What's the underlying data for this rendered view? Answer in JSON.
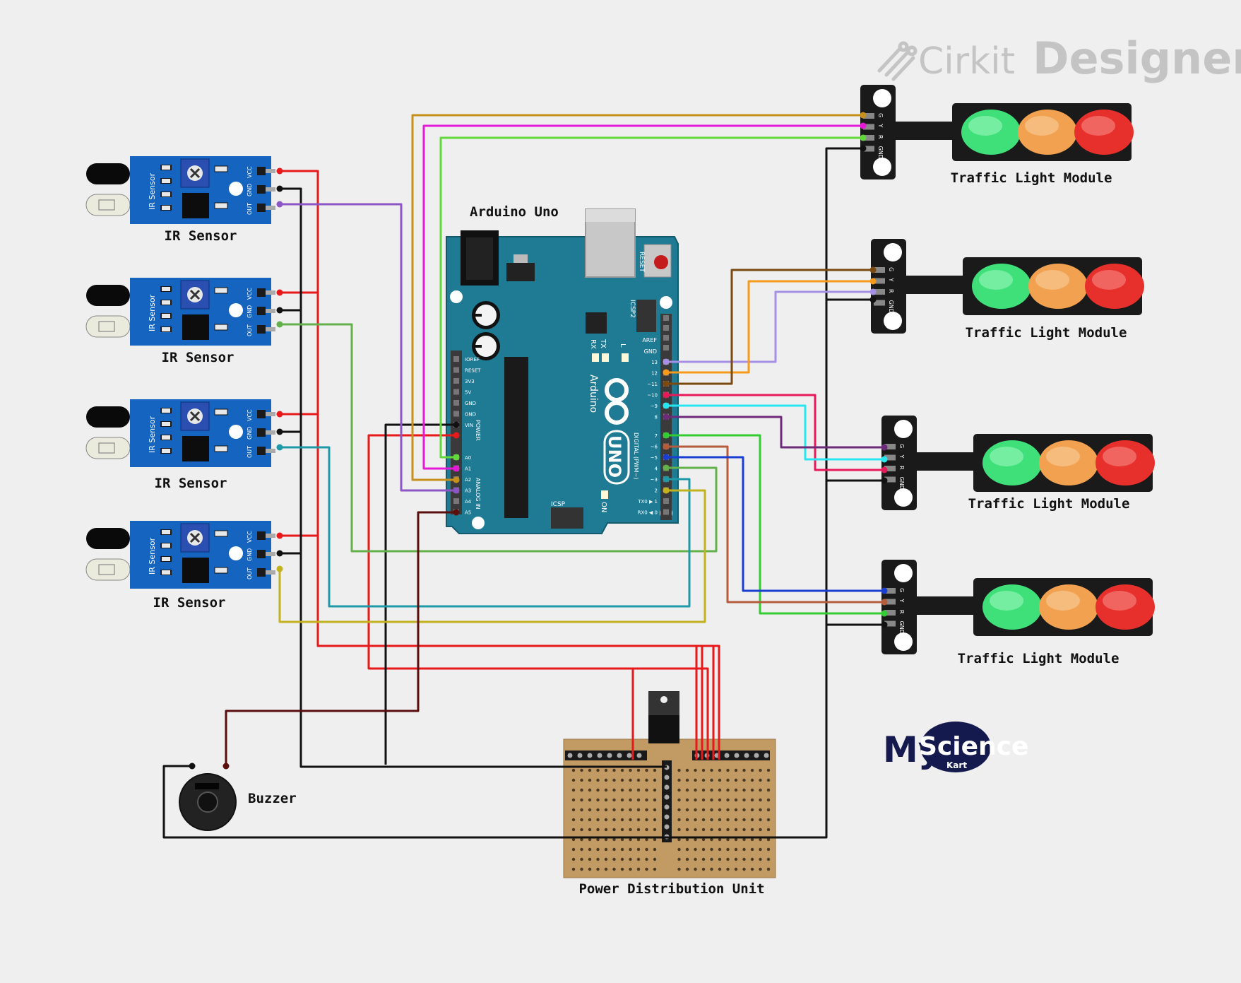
{
  "watermark": {
    "brand_light": "Cirkit",
    "brand_bold": "Designer"
  },
  "arduino": {
    "title": "Arduino Uno",
    "logo_word": "UNO",
    "brand_word": "Arduino",
    "labels": {
      "reset": "RESET",
      "icsp2": "ICSP2",
      "icsp": "ICSP",
      "rx": "RX",
      "tx": "TX",
      "l": "L",
      "on": "ON",
      "power": "POWER",
      "analog": "ANALOG IN",
      "digital": "DIGITAL (PWM~)",
      "aref": "AREF",
      "gnd_top": "GND",
      "power_pins": [
        "IOREF",
        "RESET",
        "3V3",
        "5V",
        "GND",
        "GND",
        "VIN"
      ],
      "analog_pins": [
        "A0",
        "A1",
        "A2",
        "A3",
        "A4",
        "A5"
      ],
      "digital_pins": [
        "13",
        "12",
        "~11",
        "~10",
        "~9",
        "8",
        "7",
        "~6",
        "~5",
        "4",
        "~3",
        "2",
        "TX0 ▶ 1",
        "RX0 ◀ 0"
      ]
    }
  },
  "ir_sensors": [
    {
      "label": "IR Sensor",
      "board_text": "IR Sensor",
      "pins": [
        "VCC",
        "GND",
        "OUT"
      ]
    },
    {
      "label": "IR Sensor",
      "board_text": "IR Sensor",
      "pins": [
        "VCC",
        "GND",
        "OUT"
      ]
    },
    {
      "label": "IR Sensor",
      "board_text": "IR Sensor",
      "pins": [
        "VCC",
        "GND",
        "OUT"
      ]
    },
    {
      "label": "IR Sensor",
      "board_text": "IR Sensor",
      "pins": [
        "VCC",
        "GND",
        "OUT"
      ]
    }
  ],
  "traffic_lights": [
    {
      "label": "Traffic Light Module",
      "pins": [
        "G",
        "Y",
        "R",
        "GND"
      ]
    },
    {
      "label": "Traffic Light Module",
      "pins": [
        "G",
        "Y",
        "R",
        "GND"
      ]
    },
    {
      "label": "Traffic Light Module",
      "pins": [
        "G",
        "Y",
        "R",
        "GND"
      ]
    },
    {
      "label": "Traffic Light Module",
      "pins": [
        "G",
        "Y",
        "R",
        "GND"
      ]
    }
  ],
  "buzzer": {
    "label": "Buzzer"
  },
  "power_unit": {
    "label": "Power Distribution Unit"
  },
  "logo": {
    "my": "My",
    "science": "Science",
    "kart": "Kart"
  },
  "colors": {
    "background": "#efefef",
    "board": "#1f7a94",
    "sensor_board": "#1565c0",
    "red": "#e8191b",
    "black": "#111111",
    "gold": "#c7911b",
    "magenta": "#e619d8",
    "lime": "#62d93a",
    "purple": "#8c56c4",
    "olive_green": "#64b14c",
    "teal": "#1f98a8",
    "yellow_olive": "#c2b21e",
    "brown": "#7a4a10",
    "orange": "#f59a1b",
    "lavender": "#a690e6",
    "crimson": "#e8195a",
    "cyan": "#28e6f0",
    "plum": "#6d2a7a",
    "green": "#33cc33",
    "sienna": "#b45c3c",
    "blue": "#1a3ed1",
    "dark_red": "#5a0e0e"
  }
}
